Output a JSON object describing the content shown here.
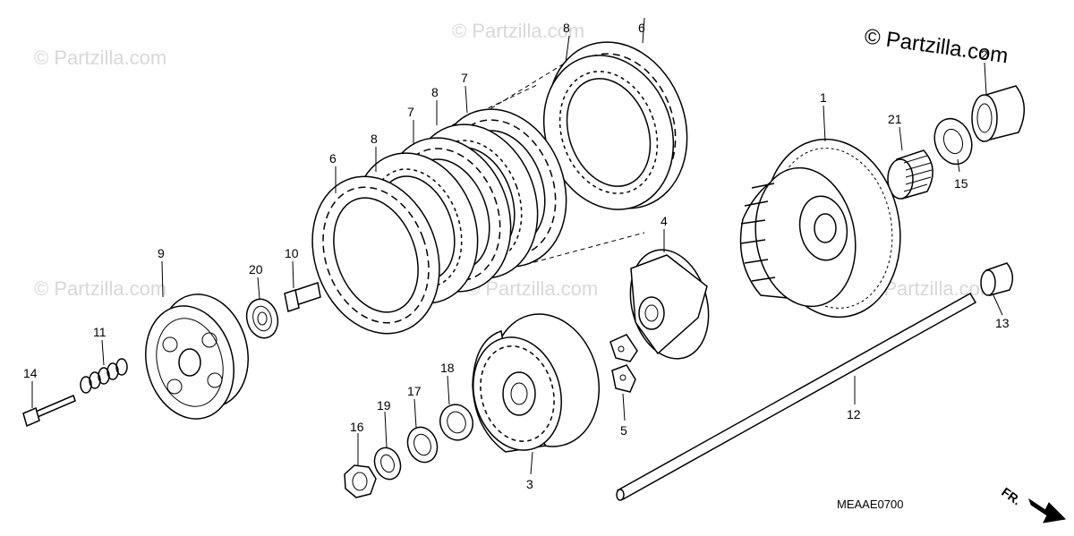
{
  "copyright": "© Partzilla.com",
  "watermark": "© Partzilla.com",
  "diagram_code": "MEAAE0700",
  "direction_label": "FR.",
  "callouts": [
    "1",
    "2",
    "3",
    "4",
    "5",
    "6",
    "6",
    "7",
    "7",
    "8",
    "8",
    "8",
    "9",
    "10",
    "11",
    "12",
    "13",
    "14",
    "15",
    "16",
    "17",
    "18",
    "19",
    "20",
    "21"
  ]
}
